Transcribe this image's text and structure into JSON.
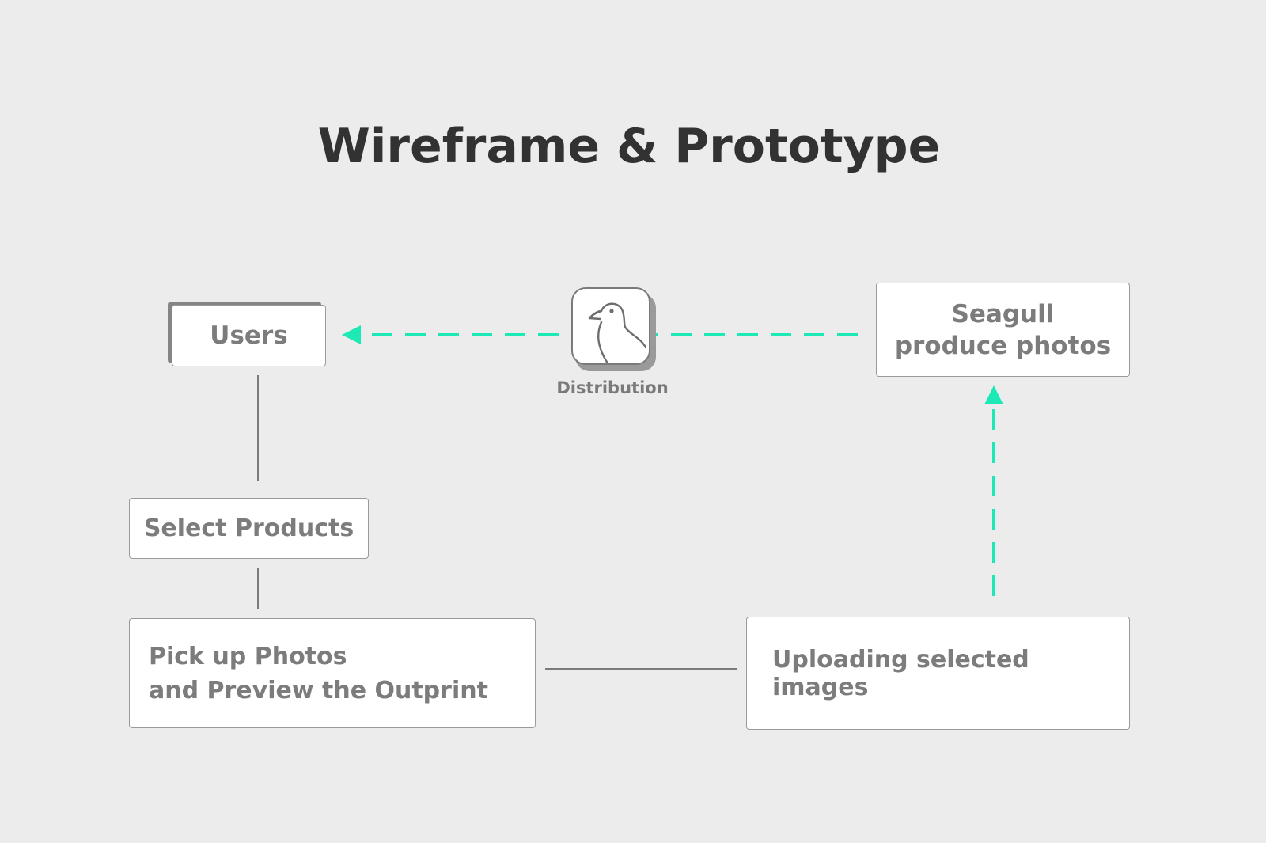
{
  "title": "Wireframe & Prototype",
  "colors": {
    "background": "#ececec",
    "accent_arrow": "#1de9b6",
    "box_border": "#9a9a9a",
    "box_text": "#7c7c7c",
    "title_text": "#323232"
  },
  "nodes": {
    "users": "Users",
    "select_products": "Select Products",
    "pick_up_photos": "Pick up Photos\nand Preview the Outprint",
    "uploading": "Uploading selected images",
    "seagull": "Seagull\nproduce photos"
  },
  "distribution": {
    "label": "Distribution",
    "icon": "seagull-icon"
  }
}
